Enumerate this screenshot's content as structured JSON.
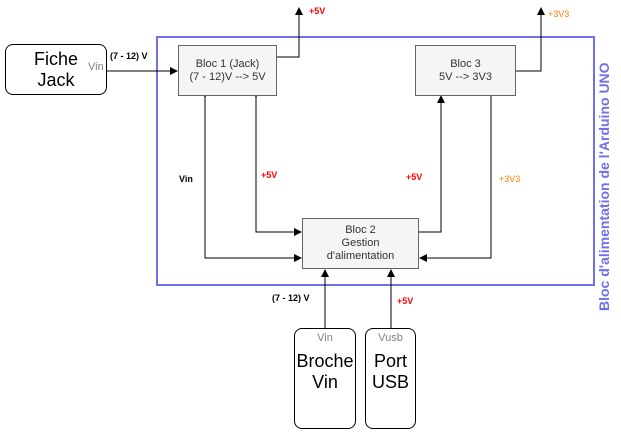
{
  "title": "Bloc d'alimentation de l'Arduino UNO",
  "colors": {
    "frame": "#7070e8",
    "red": "#ff0000",
    "orange": "#ff8000"
  },
  "nodes": {
    "jack": {
      "line1": "Fiche",
      "line2": "Jack",
      "port": "Vin"
    },
    "bloc1": {
      "line1": "Bloc 1 (Jack)",
      "line2": "(7 - 12)V --> 5V"
    },
    "bloc3": {
      "line1": "Bloc 3",
      "line2": "5V --> 3V3"
    },
    "bloc2": {
      "line1": "Bloc 2",
      "line2": "Gestion",
      "line3": "d'alimentation"
    },
    "broche": {
      "port": "Vin",
      "line1": "Broche",
      "line2": "Vin"
    },
    "usb": {
      "port": "Vusb",
      "line1": "Port",
      "line2": "USB"
    }
  },
  "labels": {
    "jack_in": "(7 - 12) V",
    "bloc1_out": "+5V",
    "bloc3_out": "+3V3",
    "vin": "Vin",
    "p5v_left": "+5V",
    "p5v_right": "+5V",
    "p3v3": "+3V3",
    "broche_in": "(7 - 12) V",
    "usb_in": "+5V"
  }
}
